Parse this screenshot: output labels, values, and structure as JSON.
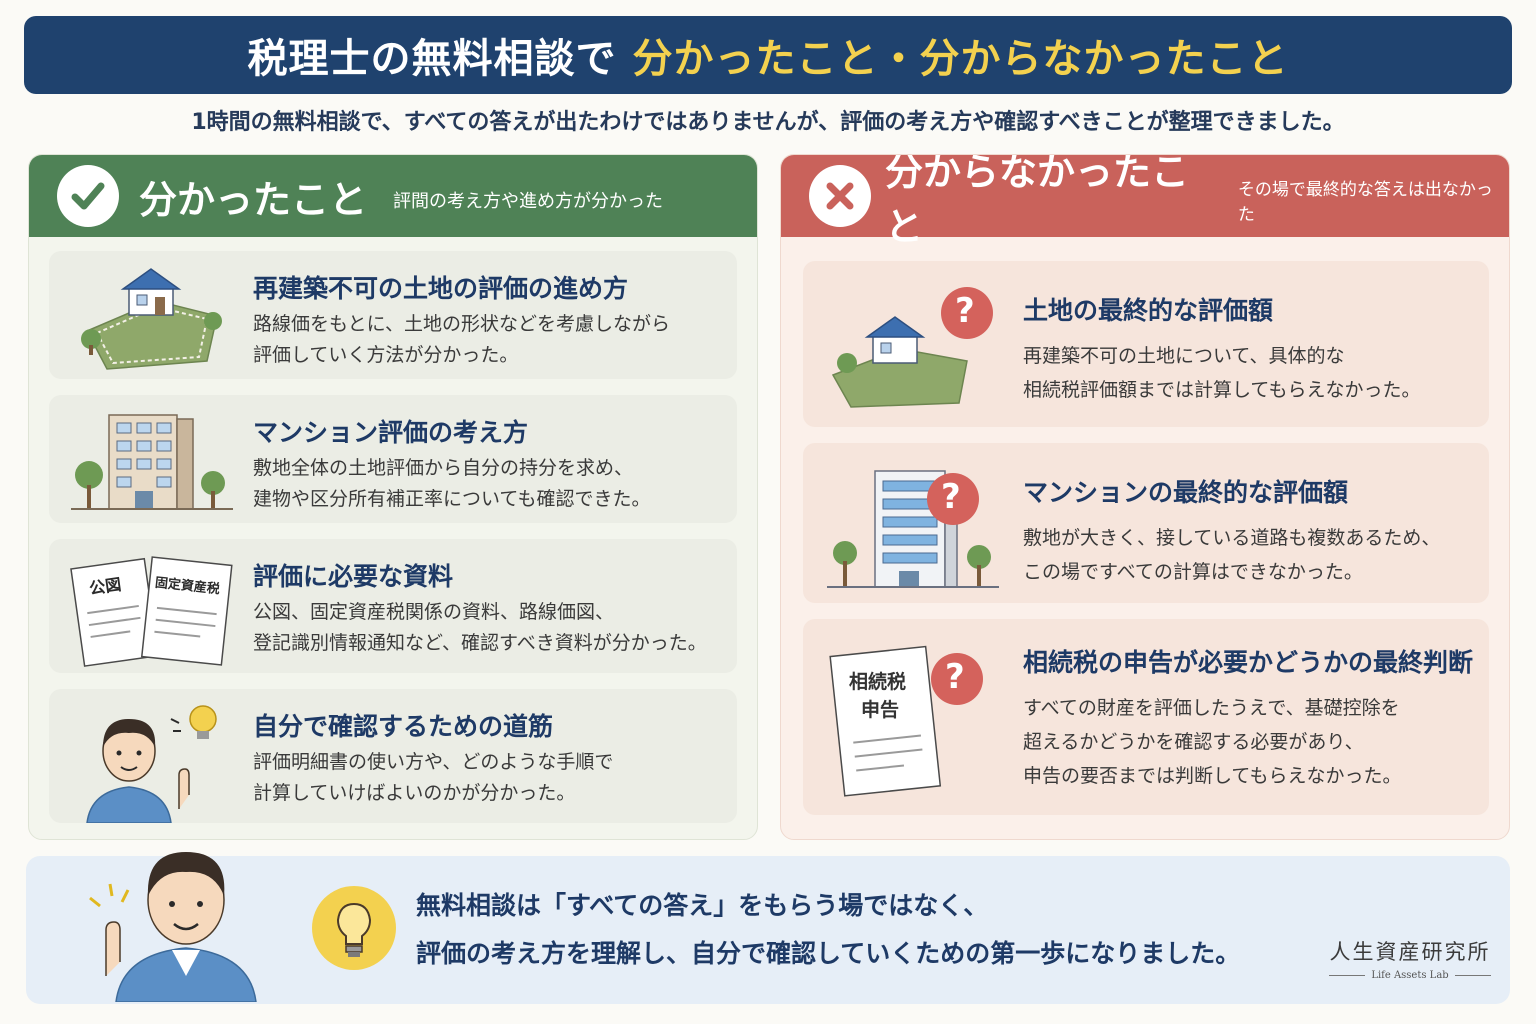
{
  "header": {
    "title_main": "税理士の無料相談で",
    "title_highlight": "分かったこと・分からなかったこと",
    "subtitle": "1時間の無料相談で、すべての答えが出たわけではありませんが、評価の考え方や確認すべきことが整理できました。"
  },
  "left_panel": {
    "title": "分かったこと",
    "subtitle": "評間の考え方や進め方が分かった",
    "icon": "check-icon",
    "accent_color": "#4f8256",
    "items": [
      {
        "title": "再建築不可の土地の評価の進め方",
        "line1": "路線価をもとに、土地の形状などを考慮しながら",
        "line2": "評価していく方法が分かった。",
        "icon": "house-land-icon"
      },
      {
        "title": "マンション評価の考え方",
        "line1": "敷地全体の土地評価から自分の持分を求め、",
        "line2": "建物や区分所有補正率についても確認できた。",
        "icon": "apartment-icon"
      },
      {
        "title": "評価に必要な資料",
        "line1": "公図、固定資産税関係の資料、路線価図、",
        "line2": "登記識別情報通知など、確認すべき資料が分かった。",
        "icon": "documents-icon",
        "doc1": "公図",
        "doc2": "固定資産税"
      },
      {
        "title": "自分で確認するための道筋",
        "line1": "評価明細書の使い方や、どのような手順で",
        "line2": "計算していけばよいのかが分かった。",
        "icon": "person-idea-icon"
      }
    ]
  },
  "right_panel": {
    "title": "分からなかったこと",
    "subtitle": "その場で最終的な答えは出なかった",
    "icon": "cross-icon",
    "accent_color": "#c9625b",
    "items": [
      {
        "title": "土地の最終的な評価額",
        "line1": "再建築不可の土地について、具体的な",
        "line2": "相続税評価額までは計算してもらえなかった。",
        "icon": "house-question-icon"
      },
      {
        "title": "マンションの最終的な評価額",
        "line1": "敷地が大きく、接している道路も複数あるため、",
        "line2": "この場ですべての計算はできなかった。",
        "icon": "building-question-icon"
      },
      {
        "title": "相続税の申告が必要かどうかの最終判断",
        "line1": "すべての財産を評価したうえで、基礎控除を",
        "line2": "超えるかどうかを確認する必要があり、",
        "line3": "申告の要否までは判断してもらえなかった。",
        "icon": "tax-return-question-icon",
        "doc_line1": "相続税",
        "doc_line2": "申告"
      }
    ]
  },
  "footer": {
    "line1": "無料相談は「すべての答え」をもらう場ではなく、",
    "line2": "評価の考え方を理解し、自分で確認していくための第一歩になりました。",
    "brand_name": "人生資産研究所",
    "brand_sub": "Life Assets Lab"
  }
}
